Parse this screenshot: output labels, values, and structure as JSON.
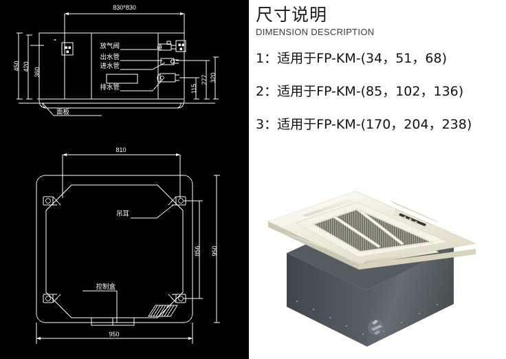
{
  "page": {
    "background": "#ffffff",
    "cad_background": "#000000",
    "cad_line_color": "#ffffff"
  },
  "right_panel": {
    "heading_cn": "尺寸说明",
    "heading_en": "DIMENSION DESCRIPTION",
    "spec_lines": [
      "1：适用于FP-KM-(34，51，68)",
      "2：适用于FP-KM-(85，102，136)",
      "3：适用于FP-KM-(170，204，238)"
    ]
  },
  "cad_top_view": {
    "title_dimension": "830*830",
    "left_dimensions": [
      "450",
      "420",
      "360"
    ],
    "right_dimensions": [
      "320",
      "277",
      "115"
    ],
    "callouts": [
      "放气阀",
      "出水管",
      "进水管",
      "排水管"
    ],
    "bottom_callout": "面板"
  },
  "cad_plan_view": {
    "top_dimension": "810",
    "bottom_dimension": "950",
    "right_outer_dimension": "950",
    "right_inner_dimension": "856",
    "callouts": [
      "吊耳",
      "控制盒"
    ]
  },
  "product_image": {
    "name": "ceiling-cassette-fan-coil-unit",
    "panel_color": "#f2efe2",
    "panel_shadow_color": "#d9d5c3",
    "body_color": "#5c6368",
    "body_dark_color": "#3f464b",
    "grille_color": "#9a9a90",
    "display_color": "#2a2a2a"
  }
}
